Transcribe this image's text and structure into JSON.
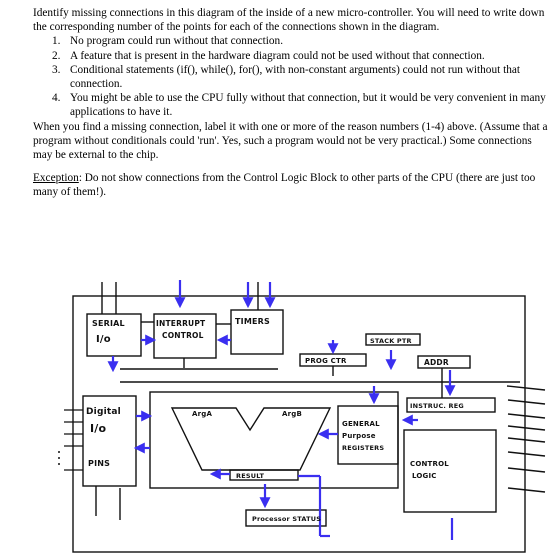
{
  "instructions": {
    "intro": "Identify missing connections in this diagram of the inside of a new micro-controller. You will need to write down the corresponding number of the points for each of the connections shown in the diagram.",
    "reasons": [
      {
        "num": "1.",
        "text": "No program could run without that connection."
      },
      {
        "num": "2.",
        "text": "A feature that is present in the hardware diagram could not be used without that connection."
      },
      {
        "num": "3.",
        "text": "Conditional statements (if(), while(), for(), with non-constant arguments) could not run without that connection."
      },
      {
        "num": "4.",
        "text": "You might be able to use the CPU fully without that connection, but it would be very convenient in many applications to have it."
      }
    ],
    "followup": "When you find a missing connection, label it with one or more of the reason numbers (1-4) above. (Assume that a program without conditionals could 'run'. Yes, such a program would not be very practical.) Some connections may be external to the chip.",
    "exception_label": "Exception",
    "exception_text": ": Do not show connections from the Control Logic Block to other parts of the CPU (there are just too many of them!)."
  },
  "diagram": {
    "blocks": {
      "serial_io_line1": "SERIAL",
      "serial_io_line2": "I/o",
      "interrupt_line1": "INTERRUPT",
      "interrupt_line2": "CONTROL",
      "timers": "TIMERS",
      "stack_ptr": "STACK PTR",
      "prog_ctr": "PROG CTR",
      "addr": "ADDR",
      "instruc_reg": "INSTRUC. REG",
      "digital_line1": "Digital",
      "digital_line2": "I/o",
      "digital_line3": "PINS",
      "arg_a": "ArgA",
      "arg_b": "ArgB",
      "gpr_line1": "GENERAL",
      "gpr_line2": "Purpose",
      "gpr_line3": "REGISTERS",
      "control_line1": "CONTROL",
      "control_line2": "LOGIC",
      "result": "RESULT",
      "processor_status": "Processor STATUS"
    },
    "colors": {
      "arrow": "#3a2ff0",
      "ink": "#111111"
    }
  }
}
